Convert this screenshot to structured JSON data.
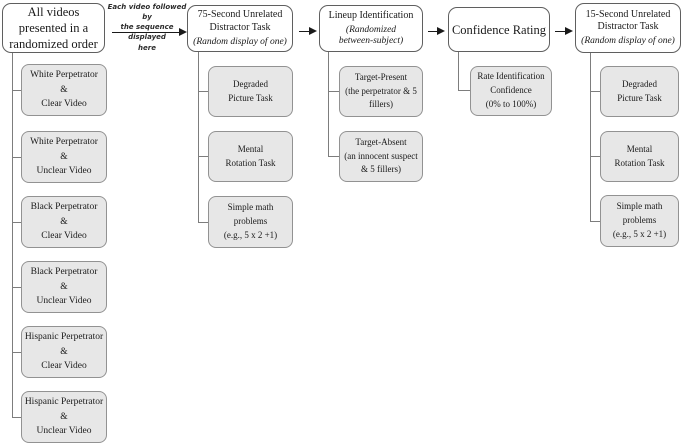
{
  "diagram": {
    "annotation": "Each video followed by\nthe sequence displayed\nhere",
    "stages": [
      {
        "title": "All videos\npresented in a\nrandomized order",
        "subtitle": "",
        "children": [
          "White Perpetrator\n&\nClear Video",
          "White Perpetrator\n&\nUnclear Video",
          "Black Perpetrator\n&\nClear Video",
          "Black Perpetrator\n&\nUnclear Video",
          "Hispanic Perpetrator\n&\nClear Video",
          "Hispanic Perpetrator\n&\nUnclear Video"
        ]
      },
      {
        "title": "75-Second Unrelated\nDistractor Task",
        "subtitle": "(Random display of one)",
        "children": [
          "Degraded\nPicture Task",
          "Mental\nRotation Task",
          "Simple math\nproblems\n(e.g., 5 x 2 +1)"
        ]
      },
      {
        "title": "Lineup Identification",
        "subtitle": "(Randomized\nbetween-subject)",
        "children": [
          "Target-Present\n(the perpetrator & 5\nfillers)",
          "Target-Absent\n(an innocent suspect\n& 5 fillers)"
        ]
      },
      {
        "title": "Confidence Rating",
        "subtitle": "",
        "children": [
          "Rate Identification\nConfidence\n(0% to 100%)"
        ]
      },
      {
        "title": "15-Second Unrelated\nDistractor Task",
        "subtitle": "(Random display of one)",
        "children": [
          "Degraded\nPicture Task",
          "Mental\nRotation Task",
          "Simple math\nproblems\n(e.g., 5 x 2 +1)"
        ]
      }
    ],
    "colors": {
      "header_fill": "#ffffff",
      "child_fill": "#e7e7e7",
      "box_border": "#929292",
      "connector": "#7d7d7d",
      "arrow": "#1a1a1a"
    }
  }
}
